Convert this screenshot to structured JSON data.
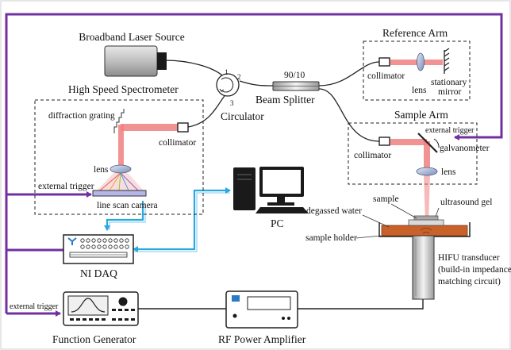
{
  "labels": {
    "laser_source": "Broadband Laser Source",
    "spectrometer": "High Speed Spectrometer",
    "diffraction_grating": "diffraction grating",
    "collimator_spec": "collimator",
    "lens_spec": "lens",
    "external_trigger_camera": "external trigger",
    "line_scan_camera": "line scan camera",
    "circulator": "Circulator",
    "port1": "1",
    "port2": "2",
    "port3": "3",
    "ratio": "90/10",
    "beam_splitter": "Beam Splitter",
    "reference_arm": "Reference Arm",
    "collimator_ref": "collimator",
    "lens_ref": "lens",
    "stationary_mirror_1": "stationary",
    "stationary_mirror_2": "mirror",
    "sample_arm": "Sample Arm",
    "external_trigger_galvo": "external trigger",
    "collimator_sample": "collimator",
    "galvanometer": "galvanometer",
    "lens_sample": "lens",
    "pc": "PC",
    "ni_daq": "NI DAQ",
    "sample": "sample",
    "ultrasound_gel": "ultrasound gel",
    "degassed_water": "degassed water",
    "sample_holder": "sample holder",
    "hifu_1": "HIFU transducer",
    "hifu_2": "(build-in impedance",
    "hifu_3": "matching circuit)",
    "external_trigger_fg": "external trigger",
    "function_generator": "Function Generator",
    "rf_amplifier": "RF Power Amplifier"
  },
  "colors": {
    "trigger_line": "#7030a0",
    "data_line": "#29a8e0",
    "beam": "#f08080",
    "beam_light": "#f6b1b1",
    "water": "#c8612a"
  }
}
